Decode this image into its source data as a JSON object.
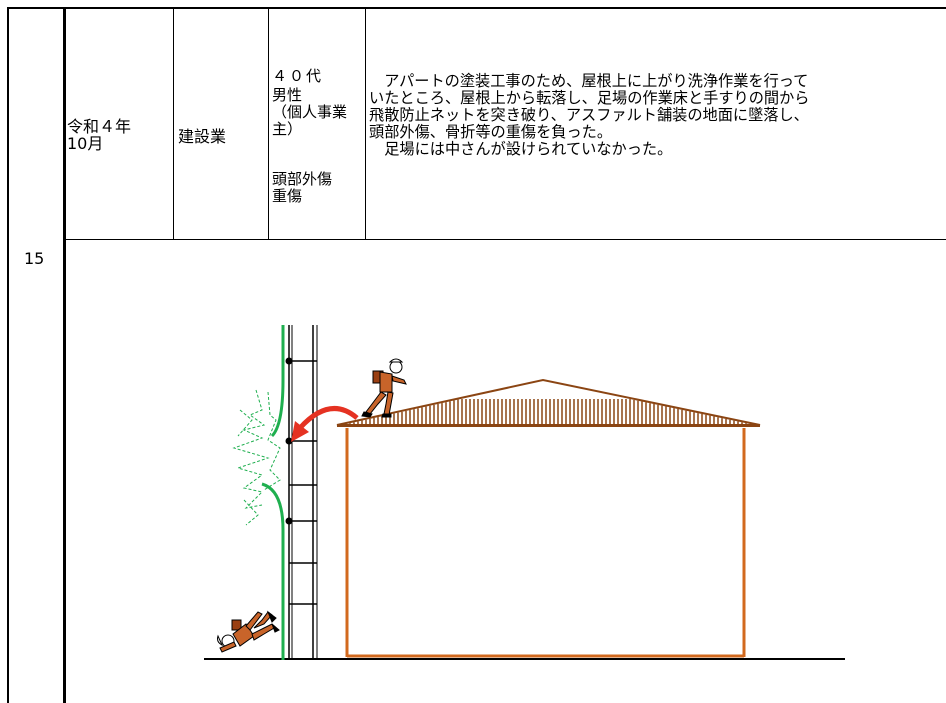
{
  "row": {
    "number": "15",
    "date": "令和４年\n10月",
    "industry": "建設業",
    "victim_age": "４０代",
    "victim_info": "男性\n（個人事業\n主）",
    "injury": "頭部外傷\n重傷",
    "description": "　アパートの塗装工事のため、屋根上に上がり洗浄作業を行って\nいたところ、屋根上から転落し、足場の作業床と手すりの間から\n飛散防止ネットを突き破り、アスファルト舗装の地面に墜落し、\n頭部外傷、骨折等の重傷を負った。\n　足場には中さんが設けられていなかった。"
  },
  "colors": {
    "building": "#D2691E",
    "roof": "#8B4513",
    "net": "#1FAF4F",
    "arrow": "#E53222",
    "worker": "#C8642A"
  }
}
